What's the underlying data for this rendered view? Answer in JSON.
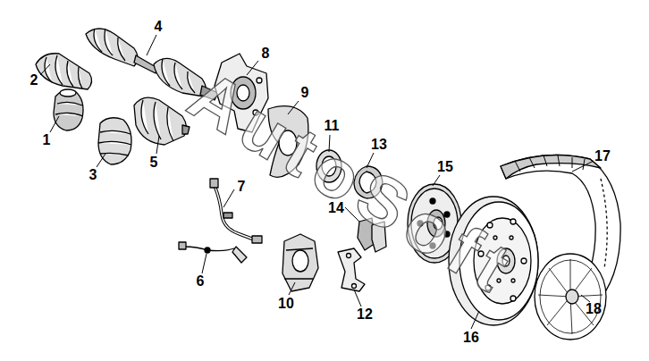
{
  "diagram": {
    "labels": [
      "1",
      "2",
      "3",
      "4",
      "5",
      "6",
      "7",
      "8",
      "9",
      "10",
      "11",
      "12",
      "13",
      "14",
      "15",
      "16",
      "17",
      "18",
      "AutoSoft"
    ]
  }
}
